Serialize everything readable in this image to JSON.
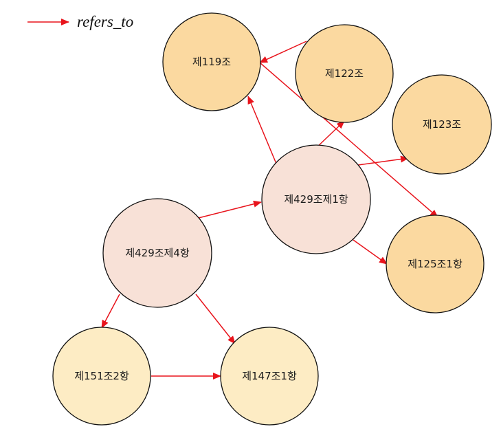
{
  "legend": {
    "label": "refers_to",
    "color": "#e8141c"
  },
  "colors": {
    "edge": "#e8141c",
    "node_stroke": "#111111",
    "node_fill_source": "#f8e1d7",
    "node_fill_light": "#fdecc4",
    "node_fill_mid": "#fbd9a0"
  },
  "nodes": [
    {
      "id": "n119",
      "label": "제119조",
      "fill": "mid"
    },
    {
      "id": "n122",
      "label": "제122조",
      "fill": "mid"
    },
    {
      "id": "n123",
      "label": "제123조",
      "fill": "mid"
    },
    {
      "id": "n429_1",
      "label": "제429조제1항",
      "fill": "source"
    },
    {
      "id": "n429_4",
      "label": "제429조제4항",
      "fill": "source"
    },
    {
      "id": "n125_1",
      "label": "제125조1항",
      "fill": "mid"
    },
    {
      "id": "n151_2",
      "label": "제151조2항",
      "fill": "light"
    },
    {
      "id": "n147_1",
      "label": "제147조1항",
      "fill": "light"
    }
  ],
  "edges": [
    {
      "from": "n122",
      "to": "n119",
      "label": "refers_to"
    },
    {
      "from": "n119",
      "to": "n125_1",
      "label": "refers_to"
    },
    {
      "from": "n429_1",
      "to": "n119",
      "label": "refers_to"
    },
    {
      "from": "n429_1",
      "to": "n122",
      "label": "refers_to"
    },
    {
      "from": "n429_1",
      "to": "n123",
      "label": "refers_to"
    },
    {
      "from": "n429_1",
      "to": "n125_1",
      "label": "refers_to"
    },
    {
      "from": "n429_4",
      "to": "n429_1",
      "label": "refers_to"
    },
    {
      "from": "n429_4",
      "to": "n151_2",
      "label": "refers_to"
    },
    {
      "from": "n429_4",
      "to": "n147_1",
      "label": "refers_to"
    },
    {
      "from": "n151_2",
      "to": "n147_1",
      "label": "refers_to"
    }
  ]
}
